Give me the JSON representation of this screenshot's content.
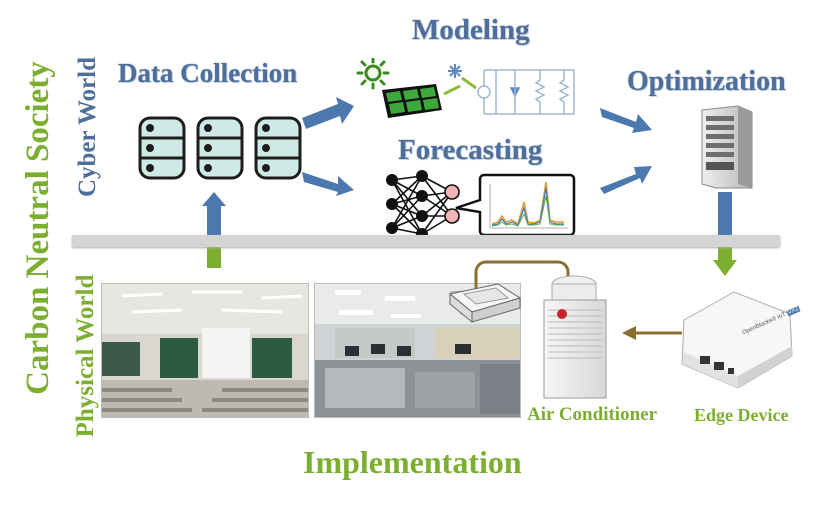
{
  "left_labels": {
    "society": "Carbon Neutral Society",
    "cyber": "Cyber World",
    "physical": "Physical World"
  },
  "titles": {
    "data_collection": "Data Collection",
    "modeling": "Modeling",
    "forecasting": "Forecasting",
    "optimization": "Optimization",
    "implementation": "Implementation"
  },
  "devices": {
    "air_conditioner": "Air Conditioner",
    "edge_device": "Edge Device",
    "edge_device_brand": "OpenBlocks® IoT",
    "edge_device_model": "VX2"
  },
  "colors": {
    "cyber_blue": "#4f6f9a",
    "physical_green": "#7cae2f",
    "divider_gray": "#d4d4d4"
  }
}
